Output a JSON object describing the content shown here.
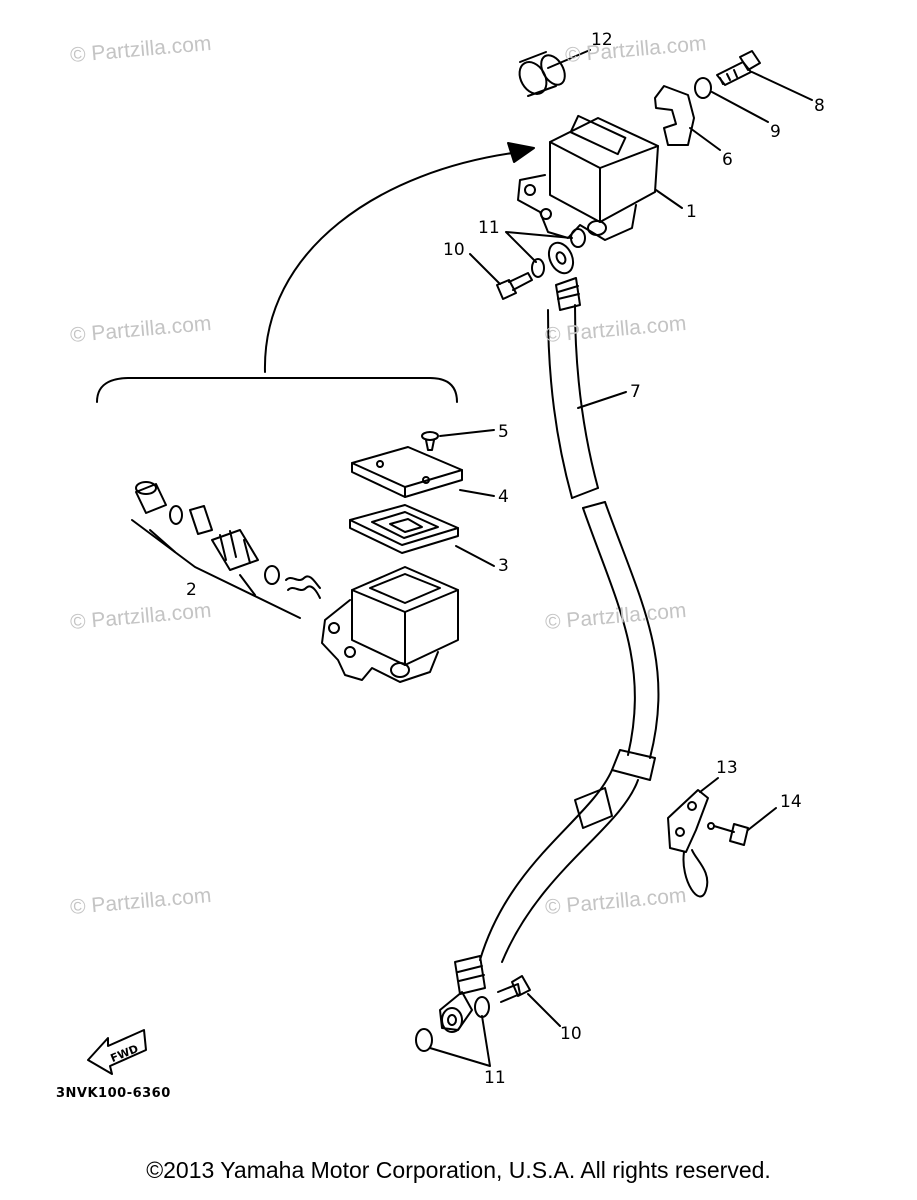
{
  "watermark": "© Partzilla.com",
  "callouts": {
    "n1": "1",
    "n2": "2",
    "n3": "3",
    "n4": "4",
    "n5": "5",
    "n6": "6",
    "n7": "7",
    "n8": "8",
    "n9": "9",
    "n10a": "10",
    "n10b": "10",
    "n11a": "11",
    "n11b": "11",
    "n12": "12",
    "n13": "13",
    "n14": "14"
  },
  "fwd_label": "FWD",
  "diagram_code": "3NVK100-6360",
  "copyright": "©2013  Yamaha Motor Corporation, U.S.A. All rights reserved."
}
